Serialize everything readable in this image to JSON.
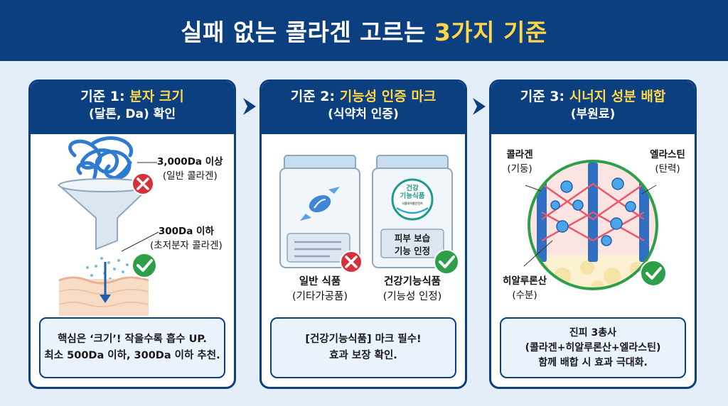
{
  "header": {
    "title_main": "실패 없는 콜라겐 고르는",
    "title_highlight": "3가지 기준"
  },
  "criteria": [
    {
      "title_prefix": "기준 1:",
      "title_highlight": "분자 크기",
      "subtitle": "(달톤, Da) 확인",
      "labels": {
        "bad_1": "3,000Da 이상",
        "bad_2": "(일반 콜라겐)",
        "good_1": "300Da 이하",
        "good_2": "(초저분자 콜라겐)"
      },
      "note": [
        "핵심은 ‘크기’! 작을수록 흡수 UP.",
        "최소 500Da 이하, 300Da 이하 추천."
      ]
    },
    {
      "title_prefix": "기준 2:",
      "title_highlight": "기능성 인증 마크",
      "subtitle": "(식약처 인증)",
      "labels": {
        "left_1": "일반 식품",
        "left_2": "(기타가공품)",
        "right_1": "건강기능식품",
        "right_2": "(기능성 인정)",
        "badge_1": "건강",
        "badge_2": "기능식품",
        "badge_3": "식품의약품안전처",
        "box_1": "피부 보습",
        "box_2": "기능 인정"
      },
      "note": [
        "[건강기능식품] 마크 필수!",
        "효과 보장 확인."
      ]
    },
    {
      "title_prefix": "기준 3:",
      "title_highlight": "시너지 성분 배합",
      "subtitle": "(부원료)",
      "labels": {
        "collagen_1": "콜라겐",
        "collagen_2": "(기둥)",
        "elastin_1": "엘라스틴",
        "elastin_2": "(탄력)",
        "hyaluronic_1": "히알루론산",
        "hyaluronic_2": "(수분)"
      },
      "note": [
        "진피 3총사",
        "(콜라겐+히알루론산+엘라스틴)",
        "함께 배합 시 효과 극대화."
      ]
    }
  ],
  "colors": {
    "navy": "#0c3f7f",
    "yellow": "#ffd54a",
    "check_green": "#2e9e48",
    "cross_red": "#d6303a",
    "background": "#e3eef8"
  }
}
